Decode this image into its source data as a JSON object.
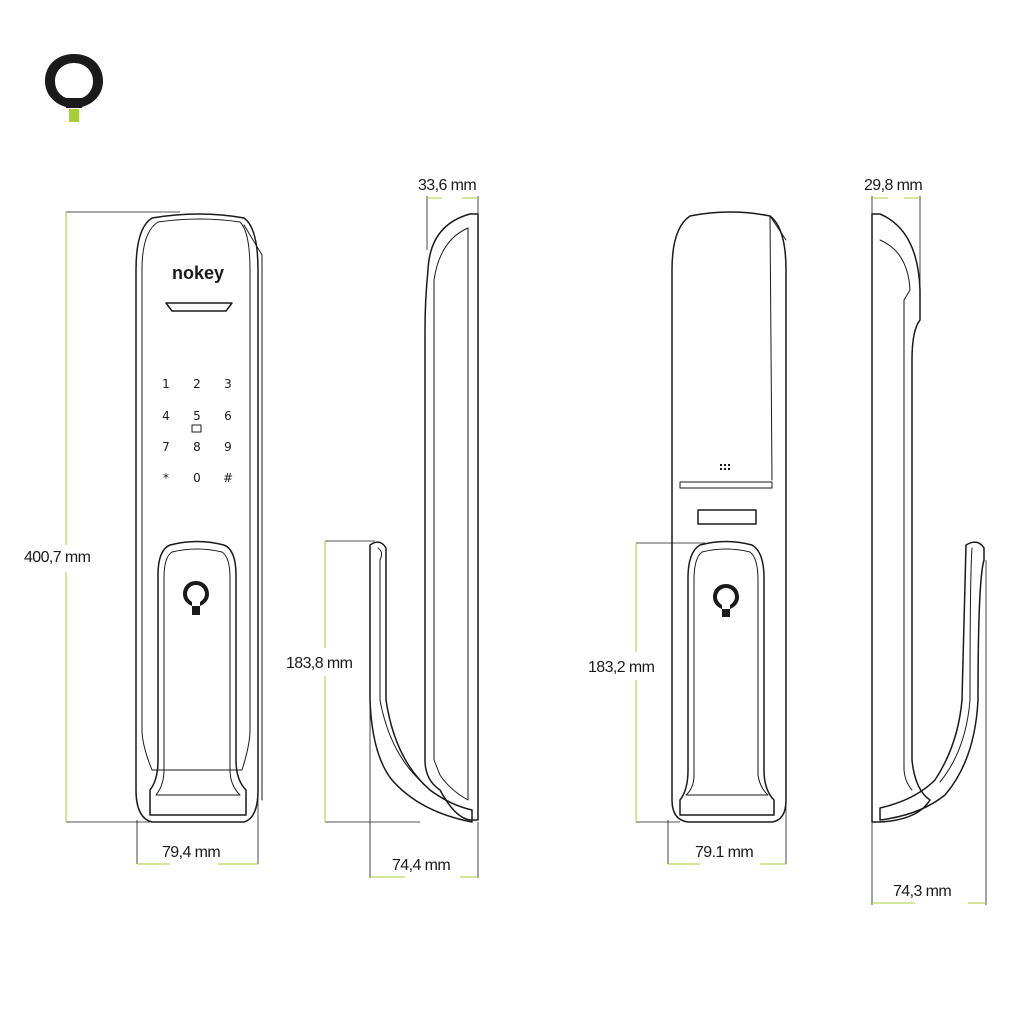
{
  "brand": {
    "wordmark": "nokey",
    "accent_color": "#a6ce39",
    "logo_icon": "nokey-logo-icon"
  },
  "dimensions": {
    "front_height": "400,7 mm",
    "front_width": "79,4 mm",
    "side_depth_top": "33,6 mm",
    "side_handle_height": "183,8 mm",
    "side_bottom_width": "74,4 mm",
    "back_handle_height": "183,2 mm",
    "back_width": "79.1 mm",
    "back_side_depth_top": "29,8 mm",
    "back_side_bottom_width": "74,3  mm"
  },
  "keypad": {
    "keys": [
      "1",
      "2",
      "3",
      "4",
      "5",
      "6",
      "7",
      "8",
      "9",
      "*",
      "0",
      "#"
    ]
  }
}
